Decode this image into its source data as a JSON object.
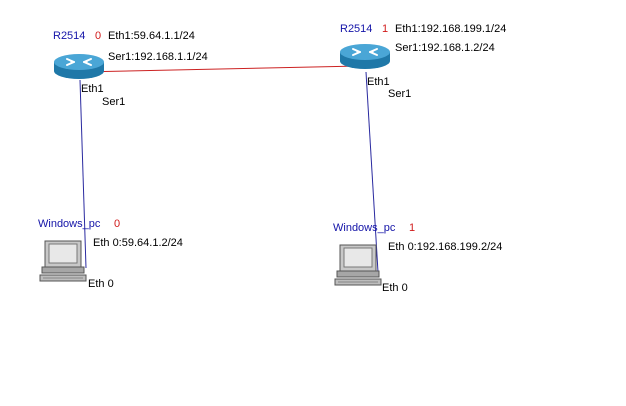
{
  "colors": {
    "serial_link": "#cc2222",
    "ethernet_link": "#2a2aa0",
    "device_name": "#1414a8",
    "device_index": "#d11a1a"
  },
  "routers": [
    {
      "name": "R2514",
      "index": "0",
      "eth_ip": "Eth1:59.64.1.1/24",
      "ser_ip": "Ser1:192.168.1.1/24",
      "eth_port": "Eth1",
      "ser_port": "Ser1",
      "icon": "router-icon"
    },
    {
      "name": "R2514",
      "index": "1",
      "eth_ip": "Eth1:192.168.199.1/24",
      "ser_ip": "Ser1:192.168.1.2/24",
      "eth_port": "Eth1",
      "ser_port": "Ser1",
      "icon": "router-icon"
    }
  ],
  "pcs": [
    {
      "name": "Windows_pc",
      "index": "0",
      "eth_ip": "Eth 0:59.64.1.2/24",
      "eth_port": "Eth 0",
      "icon": "computer-icon"
    },
    {
      "name": "Windows_pc",
      "index": "1",
      "eth_ip": "Eth 0:192.168.199.2/24",
      "eth_port": "Eth 0",
      "icon": "computer-icon"
    }
  ]
}
